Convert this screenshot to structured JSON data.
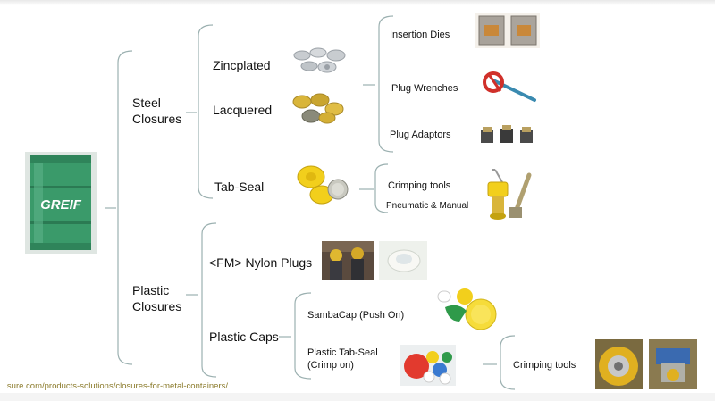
{
  "root": {
    "brand_text": "GREIF",
    "image_name": "steel-drum"
  },
  "steel": {
    "label_line1": "Steel",
    "label_line2": "Closures",
    "items": {
      "zincplated": "Zincplated",
      "lacquered": "Lacquered",
      "tabseal": "Tab-Seal"
    },
    "tools": {
      "insertion_dies": "Insertion Dies",
      "plug_wrenches": "Plug Wrenches",
      "plug_adaptors": "Plug Adaptors",
      "crimping_tools": "Crimping tools",
      "pneumatic_manual": "Pneumatic & Manual"
    }
  },
  "plastic": {
    "label_line1": "Plastic",
    "label_line2": "Closures",
    "items": {
      "nylon_plugs": "<FM> Nylon Plugs",
      "plastic_caps": "Plastic Caps"
    },
    "caps": {
      "sambacap": "SambaCap (Push On)",
      "tabseal_line1": "Plastic Tab-Seal",
      "tabseal_line2": "(Crimp on)"
    },
    "tools": {
      "crimping_tools": "Crimping tools"
    }
  },
  "footer": {
    "url": "...sure.com/products-solutions/closures-for-metal-containers/"
  },
  "colors": {
    "drum": "#3a9a6a",
    "bracket": "#9bb0b0",
    "zinc": "#c8ccd0",
    "gold": "#d9b53a",
    "yellow": "#f2cf1c",
    "footer_link": "#8a7a2a"
  }
}
